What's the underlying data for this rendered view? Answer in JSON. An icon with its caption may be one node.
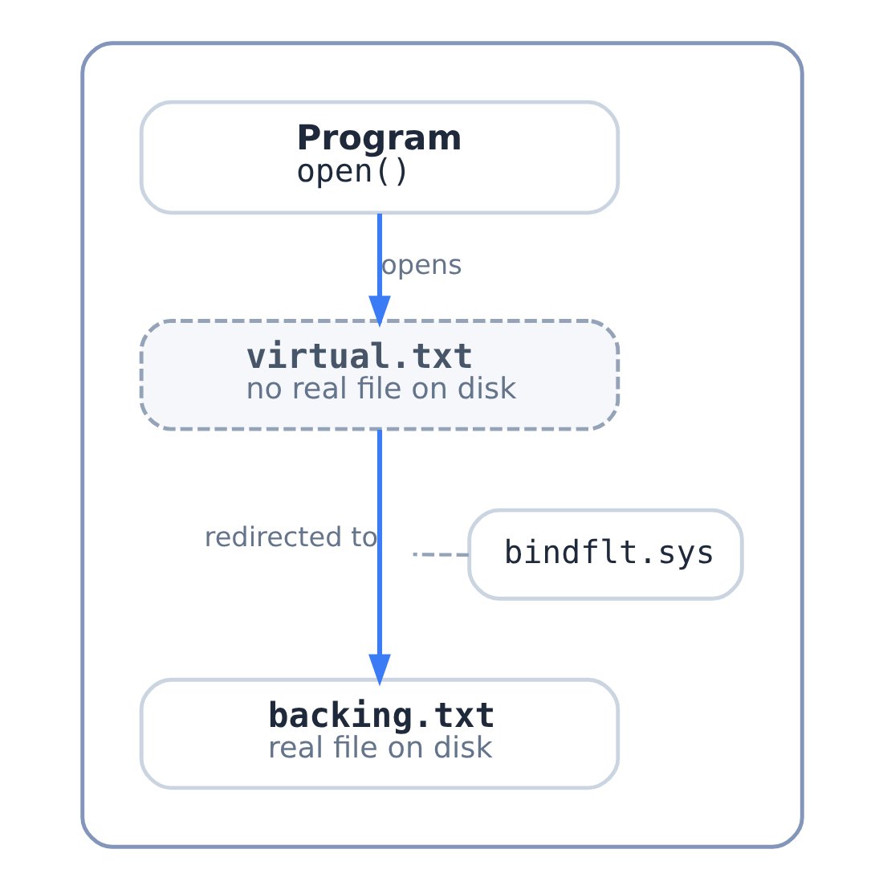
{
  "diagram": {
    "nodes": [
      {
        "text": [],
        "shape": "box"
      },
      {
        "text": [
          "Program",
          "open()"
        ],
        "in": 0
      },
      {
        "text": [
          "virtual.txt",
          "no real file on disk"
        ],
        "in": 0
      },
      {
        "text": [
          "bindflt.sys"
        ],
        "in": 0
      },
      {
        "text": [
          "backing.txt",
          "real file on disk"
        ],
        "in": 0
      }
    ],
    "edges": [
      {
        "from": 1,
        "to": 2,
        "arrow": "to",
        "label": "opens"
      },
      {
        "from": 2,
        "to": 4,
        "arrow": "to",
        "label": "redirected to"
      },
      {
        "from": 3,
        "to": null,
        "arrow": "none",
        "style": "dashed",
        "color": "#94a3b8"
      }
    ]
  }
}
